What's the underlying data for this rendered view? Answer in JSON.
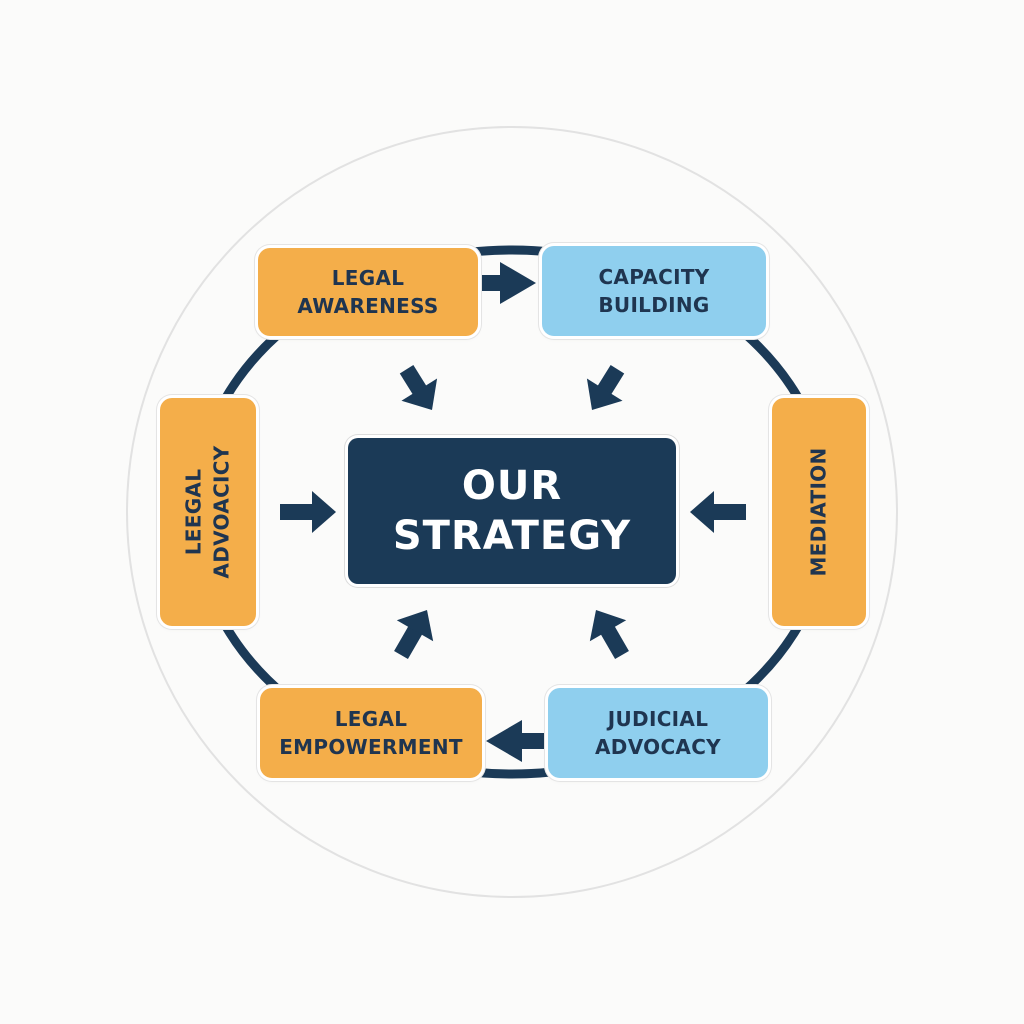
{
  "center": {
    "line1": "OUR",
    "line2": "STRATEGY"
  },
  "nodes": {
    "legal_awareness": {
      "line1": "LEGAL",
      "line2": "AWARENESS"
    },
    "capacity_building": {
      "line1": "CAPACITY",
      "line2": "BUILDING"
    },
    "legal_advocacy": {
      "line1": "LEEGAL",
      "line2": "ADVOACICY"
    },
    "mediation": {
      "line1": "MEDIATION"
    },
    "legal_empowerment": {
      "line1": "LEGAL",
      "line2": "EMPOWERMENT"
    },
    "judicial_advocacy": {
      "line1": "JUDICIAL",
      "line2": "ADVOCACY"
    }
  },
  "colors": {
    "navy": "#1b3a57",
    "orange": "#f4ae4a",
    "light_blue": "#8fcfee",
    "ring": "#1b3a57",
    "outer_circle": "#e2e2e2"
  }
}
